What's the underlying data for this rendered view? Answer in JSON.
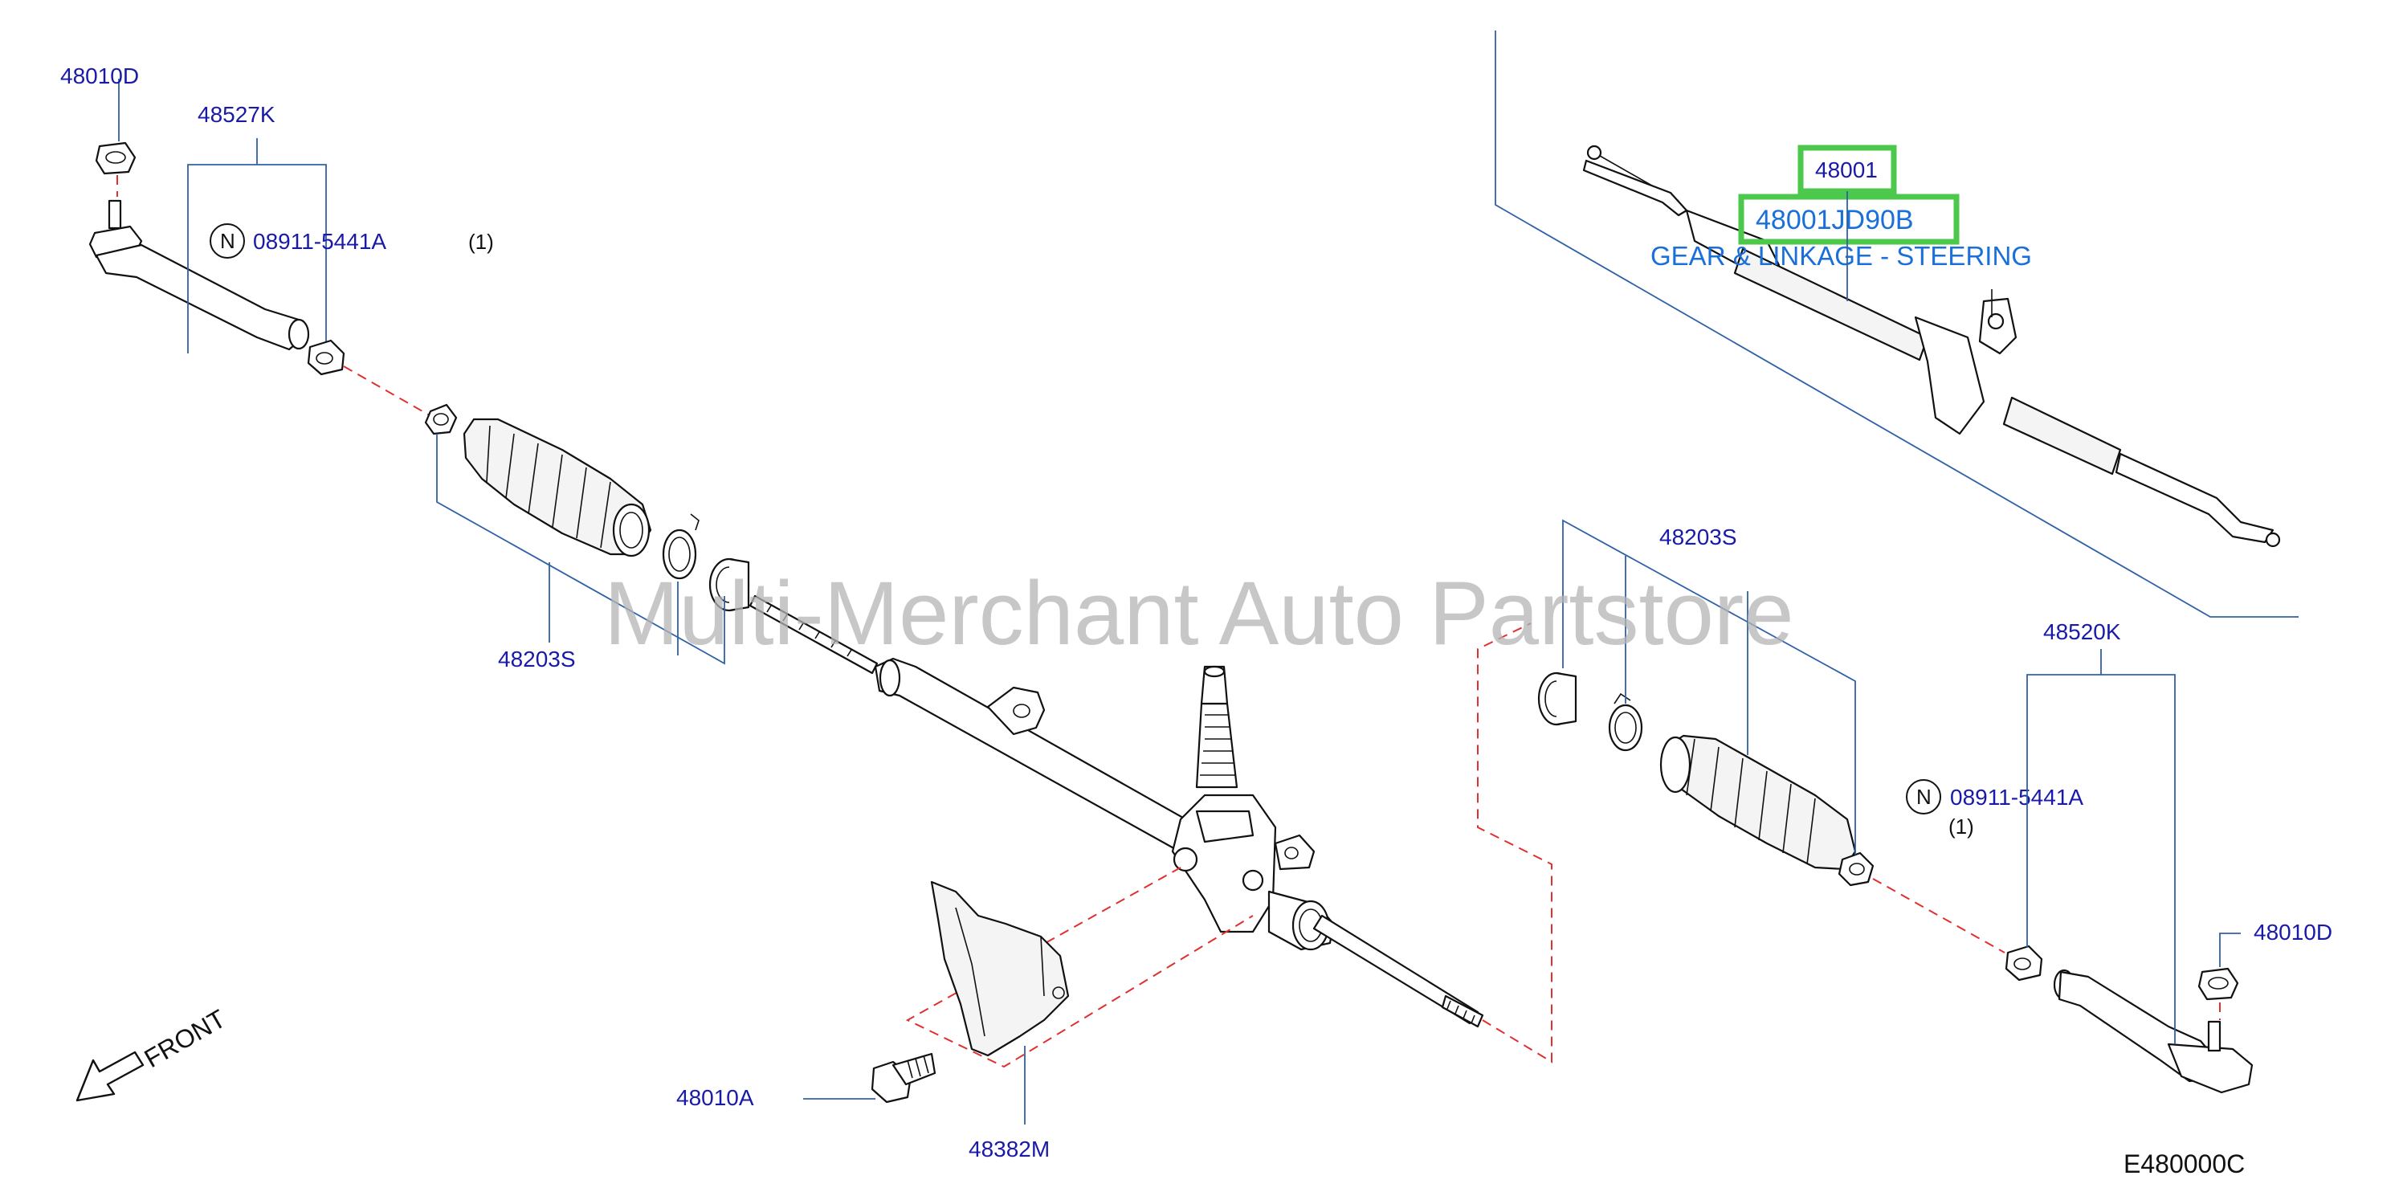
{
  "diagram": {
    "code": "E480000C",
    "watermark": "Multi-Merchant Auto Partstore",
    "front_label": "FRONT",
    "colors": {
      "label": "#1a1aa8",
      "leader": "#3060a8",
      "dashed": "#e03030",
      "highlight": "#4cc94c",
      "selected_text": "#1a6fd8",
      "watermark": "#b4b4b4"
    }
  },
  "labels": {
    "nut_left": "48010D",
    "outer_end_left": "48527K",
    "nut_std_left": "08911-5441A",
    "nut_std_left_qty": "(1)",
    "boot_kit_left": "48203S",
    "gear_assembly": "48001",
    "gear_assembly_selected": "48001JD90B",
    "gear_assembly_desc": "GEAR & LINKAGE - STEERING",
    "boot_kit_right": "48203S",
    "outer_end_right": "48520K",
    "nut_std_right": "08911-5441A",
    "nut_std_right_qty": "(1)",
    "nut_right": "48010D",
    "bolt": "48010A",
    "insulator": "48382M",
    "n_badge": "N"
  }
}
